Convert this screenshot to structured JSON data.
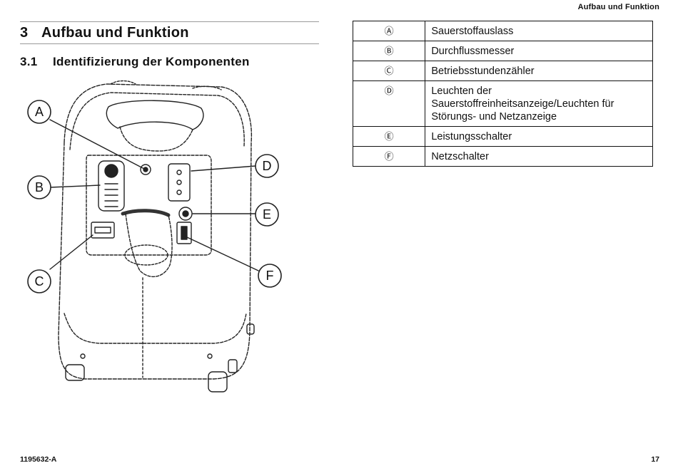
{
  "header": {
    "section_ref": "Aufbau  und  Funktion"
  },
  "chapter": {
    "number": "3",
    "title": "Aufbau  und  Funktion"
  },
  "section": {
    "number": "3.1",
    "title": "Identifizierung  der  Komponenten"
  },
  "figure": {
    "callouts": [
      "A",
      "B",
      "C",
      "D",
      "E",
      "F"
    ]
  },
  "legend": [
    {
      "key": "Ⓐ",
      "label": "Sauerstoffauslass"
    },
    {
      "key": "Ⓑ",
      "label": "Durchflussmesser"
    },
    {
      "key": "Ⓒ",
      "label": "Betriebsstundenzähler"
    },
    {
      "key": "Ⓓ",
      "label": "Leuchten   der   Sauerstoffreinheitsanzeige/Leuchten  für  Störungs-  und  Netzanzeige"
    },
    {
      "key": "Ⓔ",
      "label": "Leistungsschalter"
    },
    {
      "key": "Ⓕ",
      "label": "Netzschalter"
    }
  ],
  "footer": {
    "doc_number": "1195632-A",
    "page_number": "17"
  }
}
